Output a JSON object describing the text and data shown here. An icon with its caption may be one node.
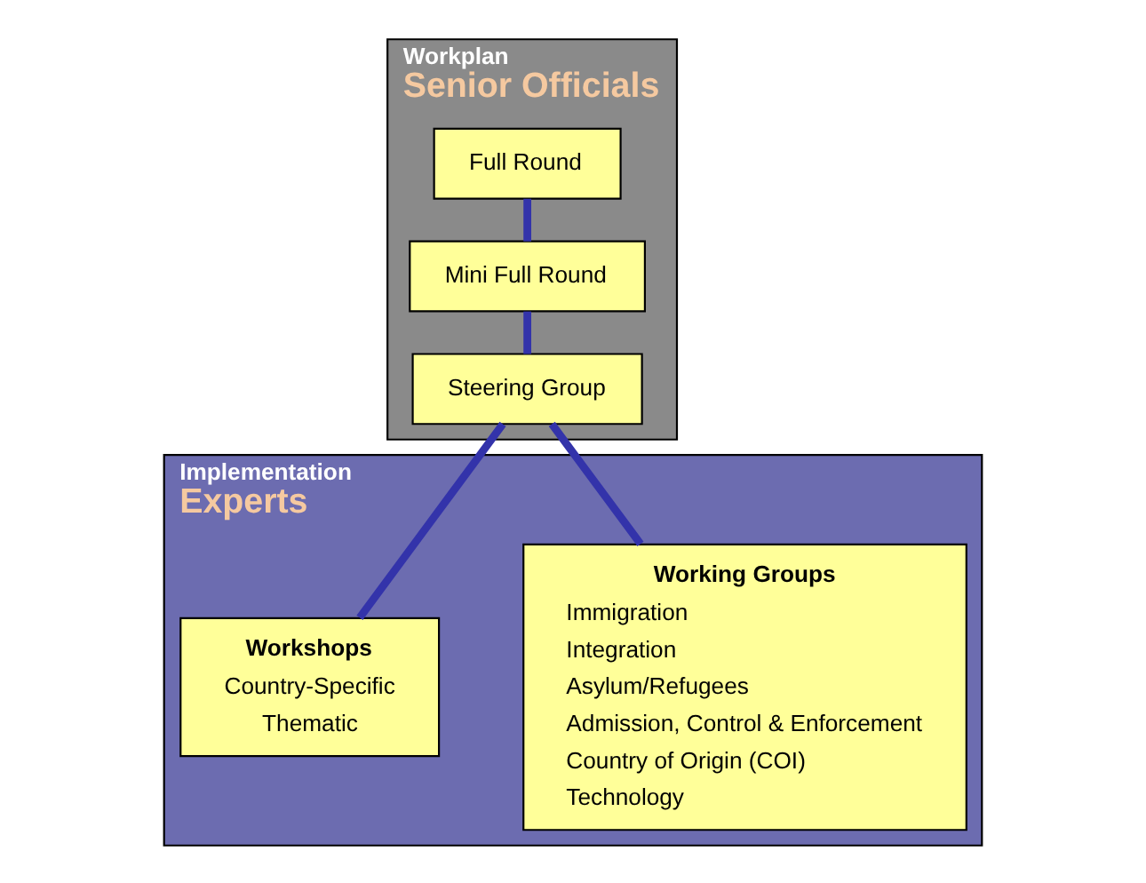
{
  "diagram": {
    "nodes": [
      {
        "text": [
          "Workplan",
          "Senior Officials"
        ]
      },
      {
        "text": [
          "Full Round"
        ],
        "in": 0
      },
      {
        "text": [
          "Mini Full Round"
        ],
        "in": 0
      },
      {
        "text": [
          "Steering Group"
        ],
        "in": 0
      },
      {
        "text": [
          "Implementation",
          "Experts"
        ]
      },
      {
        "text": [
          "Working Groups",
          "Immigration",
          "Integration",
          "Asylum/Refugees",
          "Admission, Control & Enforcement",
          "Country of Origin (COI)",
          "Technology"
        ],
        "in": 4
      },
      {
        "text": [
          "Workshops",
          "Country-Specific",
          "Thematic"
        ],
        "in": 4
      }
    ],
    "edges": [
      {
        "from": 1,
        "to": 2,
        "arrow": "none"
      },
      {
        "from": 2,
        "to": 3,
        "arrow": "none"
      },
      {
        "from": 3,
        "to": 5,
        "arrow": "none"
      },
      {
        "from": 3,
        "to": 6,
        "arrow": "none"
      }
    ]
  }
}
